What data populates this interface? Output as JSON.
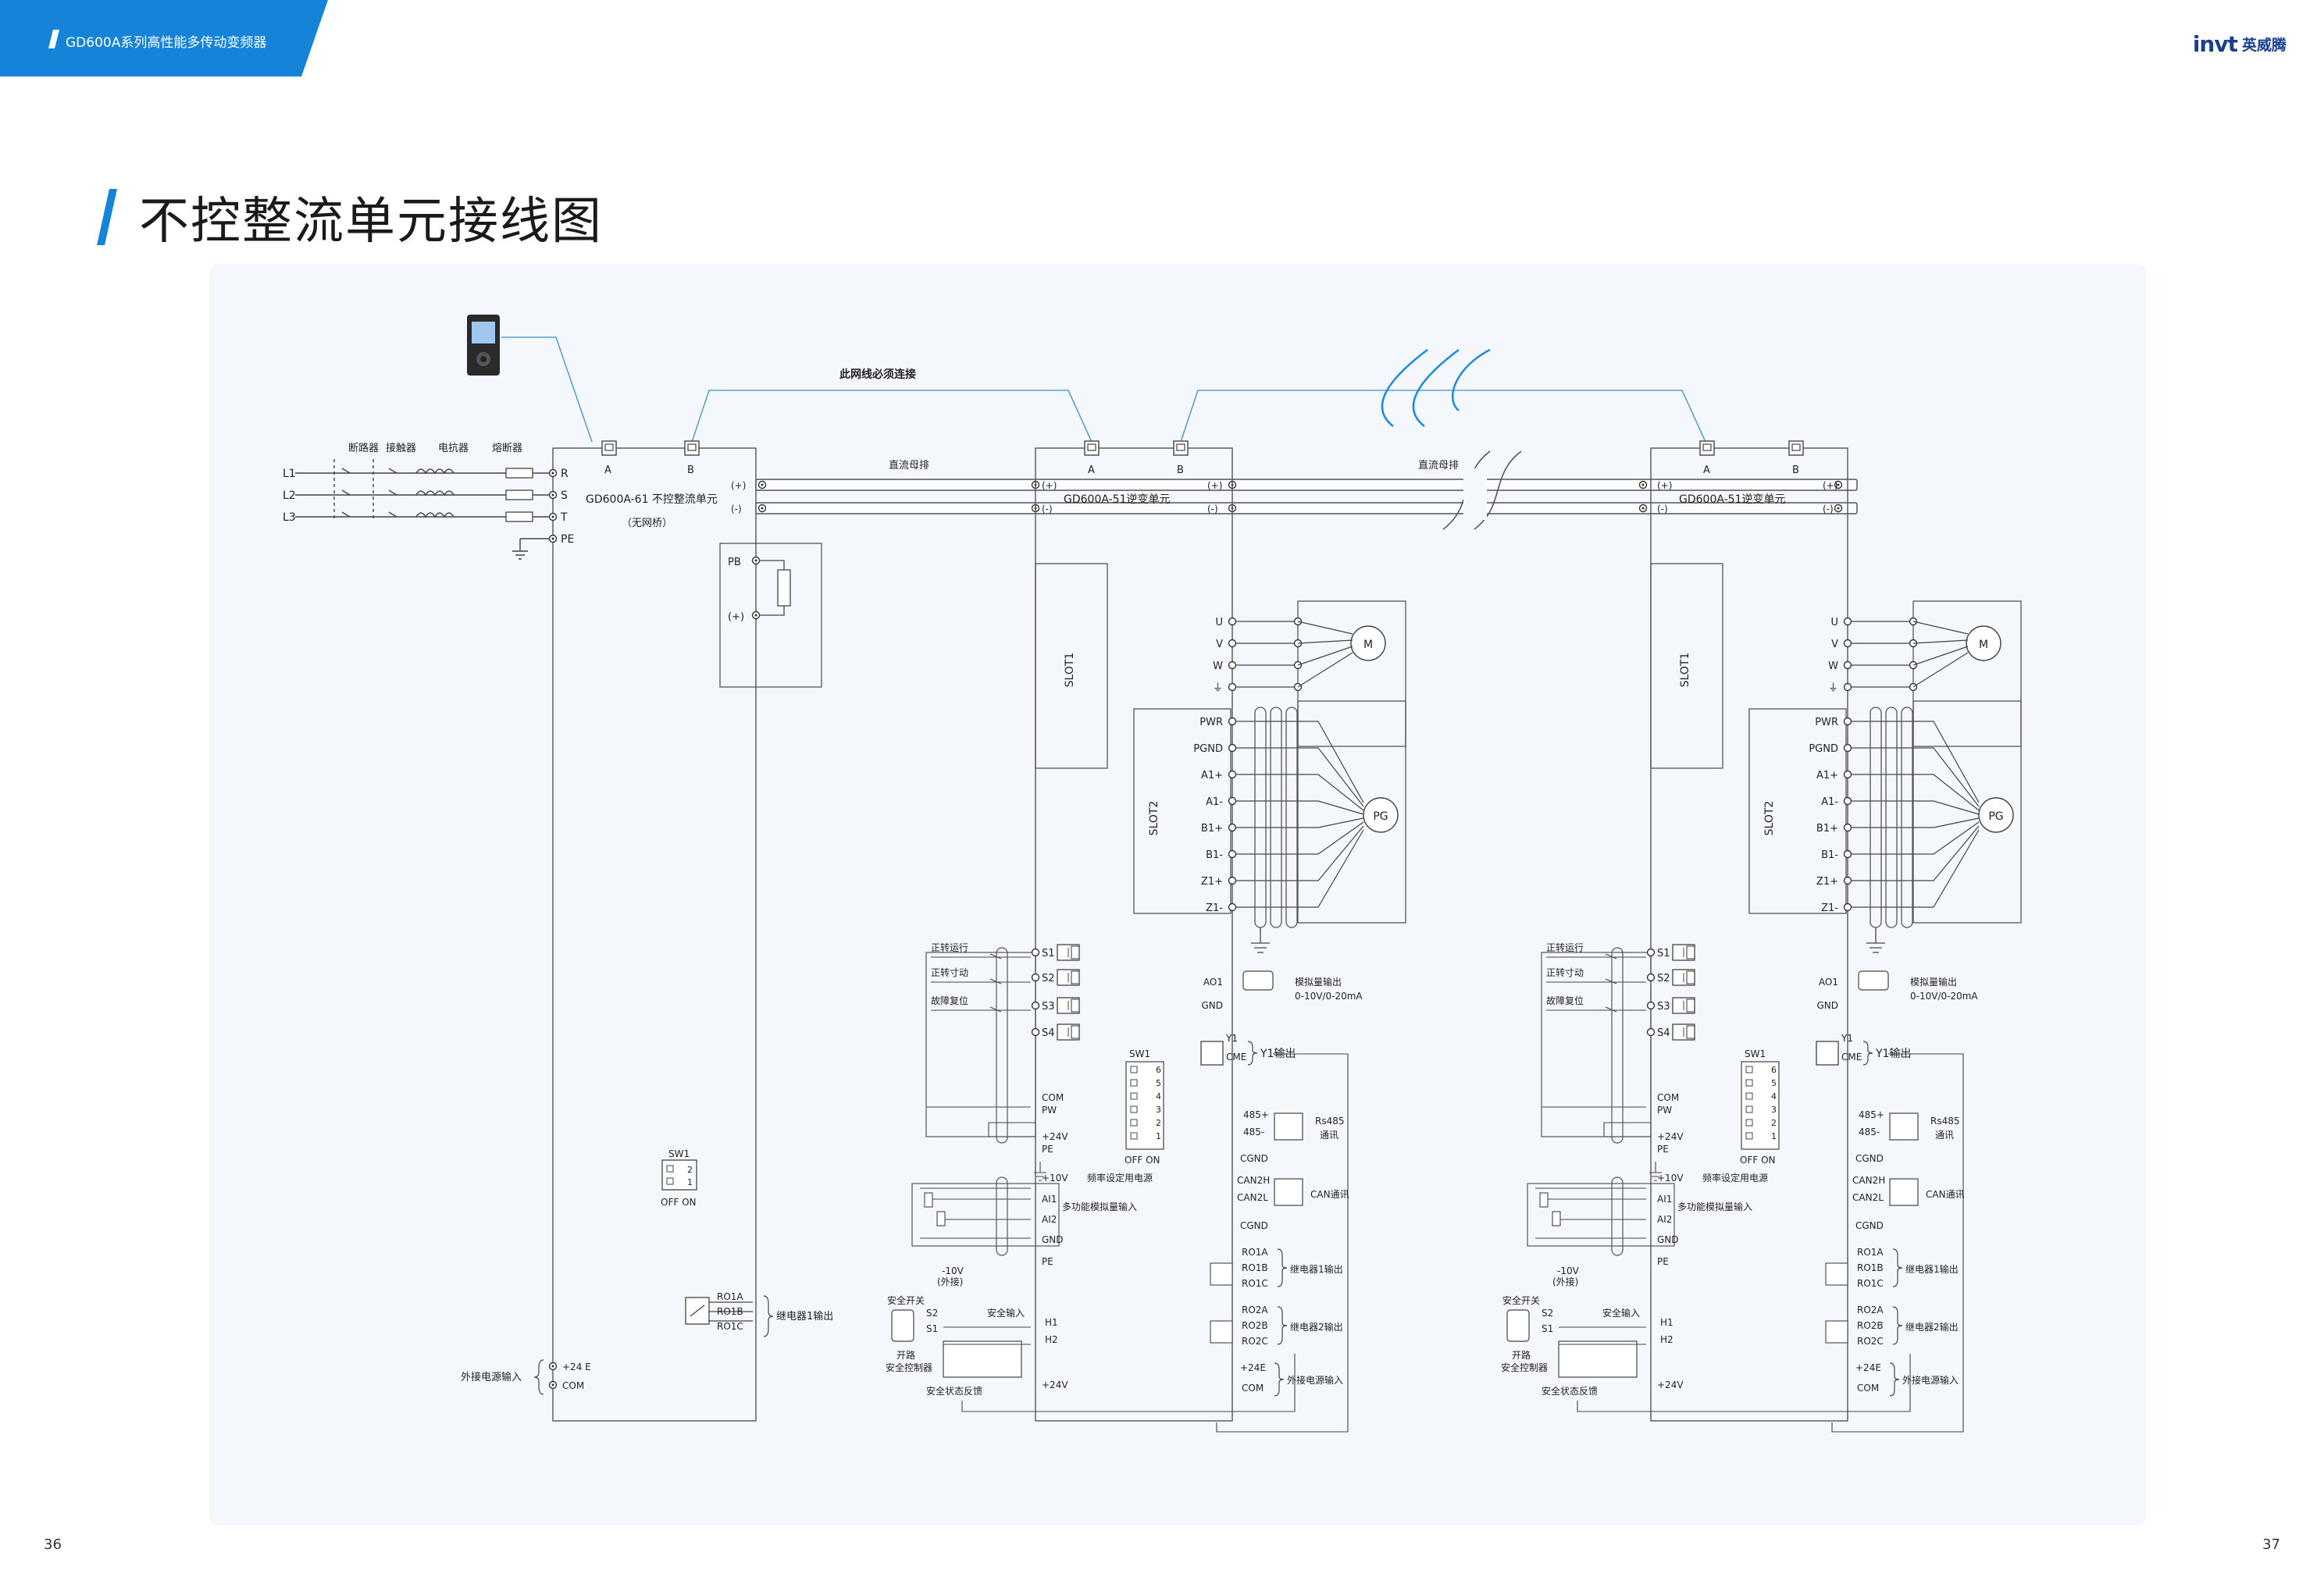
{
  "header": {
    "series_title": "GD600A系列高性能多传动变频器",
    "brand_logo": "invt",
    "brand_cn": "英威腾"
  },
  "page": {
    "title": "不控整流单元接线图",
    "left_number": "36",
    "right_number": "37"
  },
  "colors": {
    "accent": "#1583d8",
    "wire": "#555555",
    "bus_note": "#1e88e5"
  },
  "diagram": {
    "must_connect_note": "此网线必须连接",
    "dc_bus": "直流母排",
    "input_lines": [
      "L1",
      "L2",
      "L3"
    ],
    "input_components": [
      "断路器",
      "接触器",
      "电抗器",
      "熔断器"
    ],
    "rectifier": {
      "name": "GD600A-61 不控整流单元",
      "note": "（无网桥）",
      "terminals": [
        "R",
        "S",
        "T",
        "PE"
      ],
      "ports": [
        "A",
        "B"
      ],
      "pb": "PB",
      "plus": "(+)",
      "sw1_label": "SW1",
      "sw1_numbers": [
        "2",
        "1"
      ],
      "sw1_offon": "OFF ON",
      "relay_terms": [
        "RO1A",
        "RO1B",
        "RO1C"
      ],
      "relay_out": "继电器1输出",
      "ext_power": "外接电源输入",
      "ext_terms": [
        "+24 E",
        "COM"
      ]
    },
    "inverter": {
      "name": "GD600A-51逆变单元",
      "ports": [
        "A",
        "B"
      ],
      "bus_plus": "(+)",
      "bus_minus": "(-)",
      "slot1": "SLOT1",
      "slot2": "SLOT2",
      "motor_terms": [
        "U",
        "V",
        "W",
        "⏚"
      ],
      "motor": "M",
      "pg": "PG",
      "pg_terms": [
        "PWR",
        "PGND",
        "A1+",
        "A1-",
        "B1+",
        "B1-",
        "Z1+",
        "Z1-"
      ],
      "di_labels": [
        "正转运行",
        "正转寸动",
        "故障复位"
      ],
      "di_terms": [
        "S1",
        "S2",
        "S3",
        "S4"
      ],
      "com": "COM",
      "pw": "PW",
      "p24v": "+24V",
      "pe": "PE",
      "sw1_label": "SW1",
      "sw1_numbers": [
        "6",
        "5",
        "4",
        "3",
        "2",
        "1"
      ],
      "sw1_offon": "OFF ON",
      "p10v": "+10V",
      "freq_supply": "频率设定用电源",
      "ai_terms": [
        "AI1",
        "AI2",
        "GND"
      ],
      "ai_desc": "多功能模拟量输入",
      "m10v": "-10V",
      "m10v_note": "(外接)",
      "safety_switch": "安全开关",
      "safety_terms": [
        "S2",
        "S1"
      ],
      "safety_input": "安全输入",
      "h_terms": [
        "H1",
        "H2"
      ],
      "open_circuit": "开路",
      "safety_controller": "安全控制器",
      "safety_feedback": "安全状态反馈",
      "ao_terms": [
        "AO1",
        "GND"
      ],
      "ao_desc": "模拟量输出",
      "ao_range": "0-10V/0-20mA",
      "y1": "Y1",
      "cme": "CME",
      "y1_out": "Y1输出",
      "rs485_terms": [
        "485+",
        "485-"
      ],
      "rs485_desc": "Rs485",
      "rs485_comm": "通讯",
      "cgnd": "CGND",
      "can_terms": [
        "CAN2H",
        "CAN2L"
      ],
      "can_desc": "CAN通讯",
      "ro1_terms": [
        "RO1A",
        "RO1B",
        "RO1C"
      ],
      "ro1_desc": "继电器1输出",
      "ro2_terms": [
        "RO2A",
        "RO2B",
        "RO2C"
      ],
      "ro2_desc": "继电器2输出",
      "ext_terms": [
        "+24E",
        "COM"
      ],
      "ext_desc": "外接电源输入"
    }
  }
}
